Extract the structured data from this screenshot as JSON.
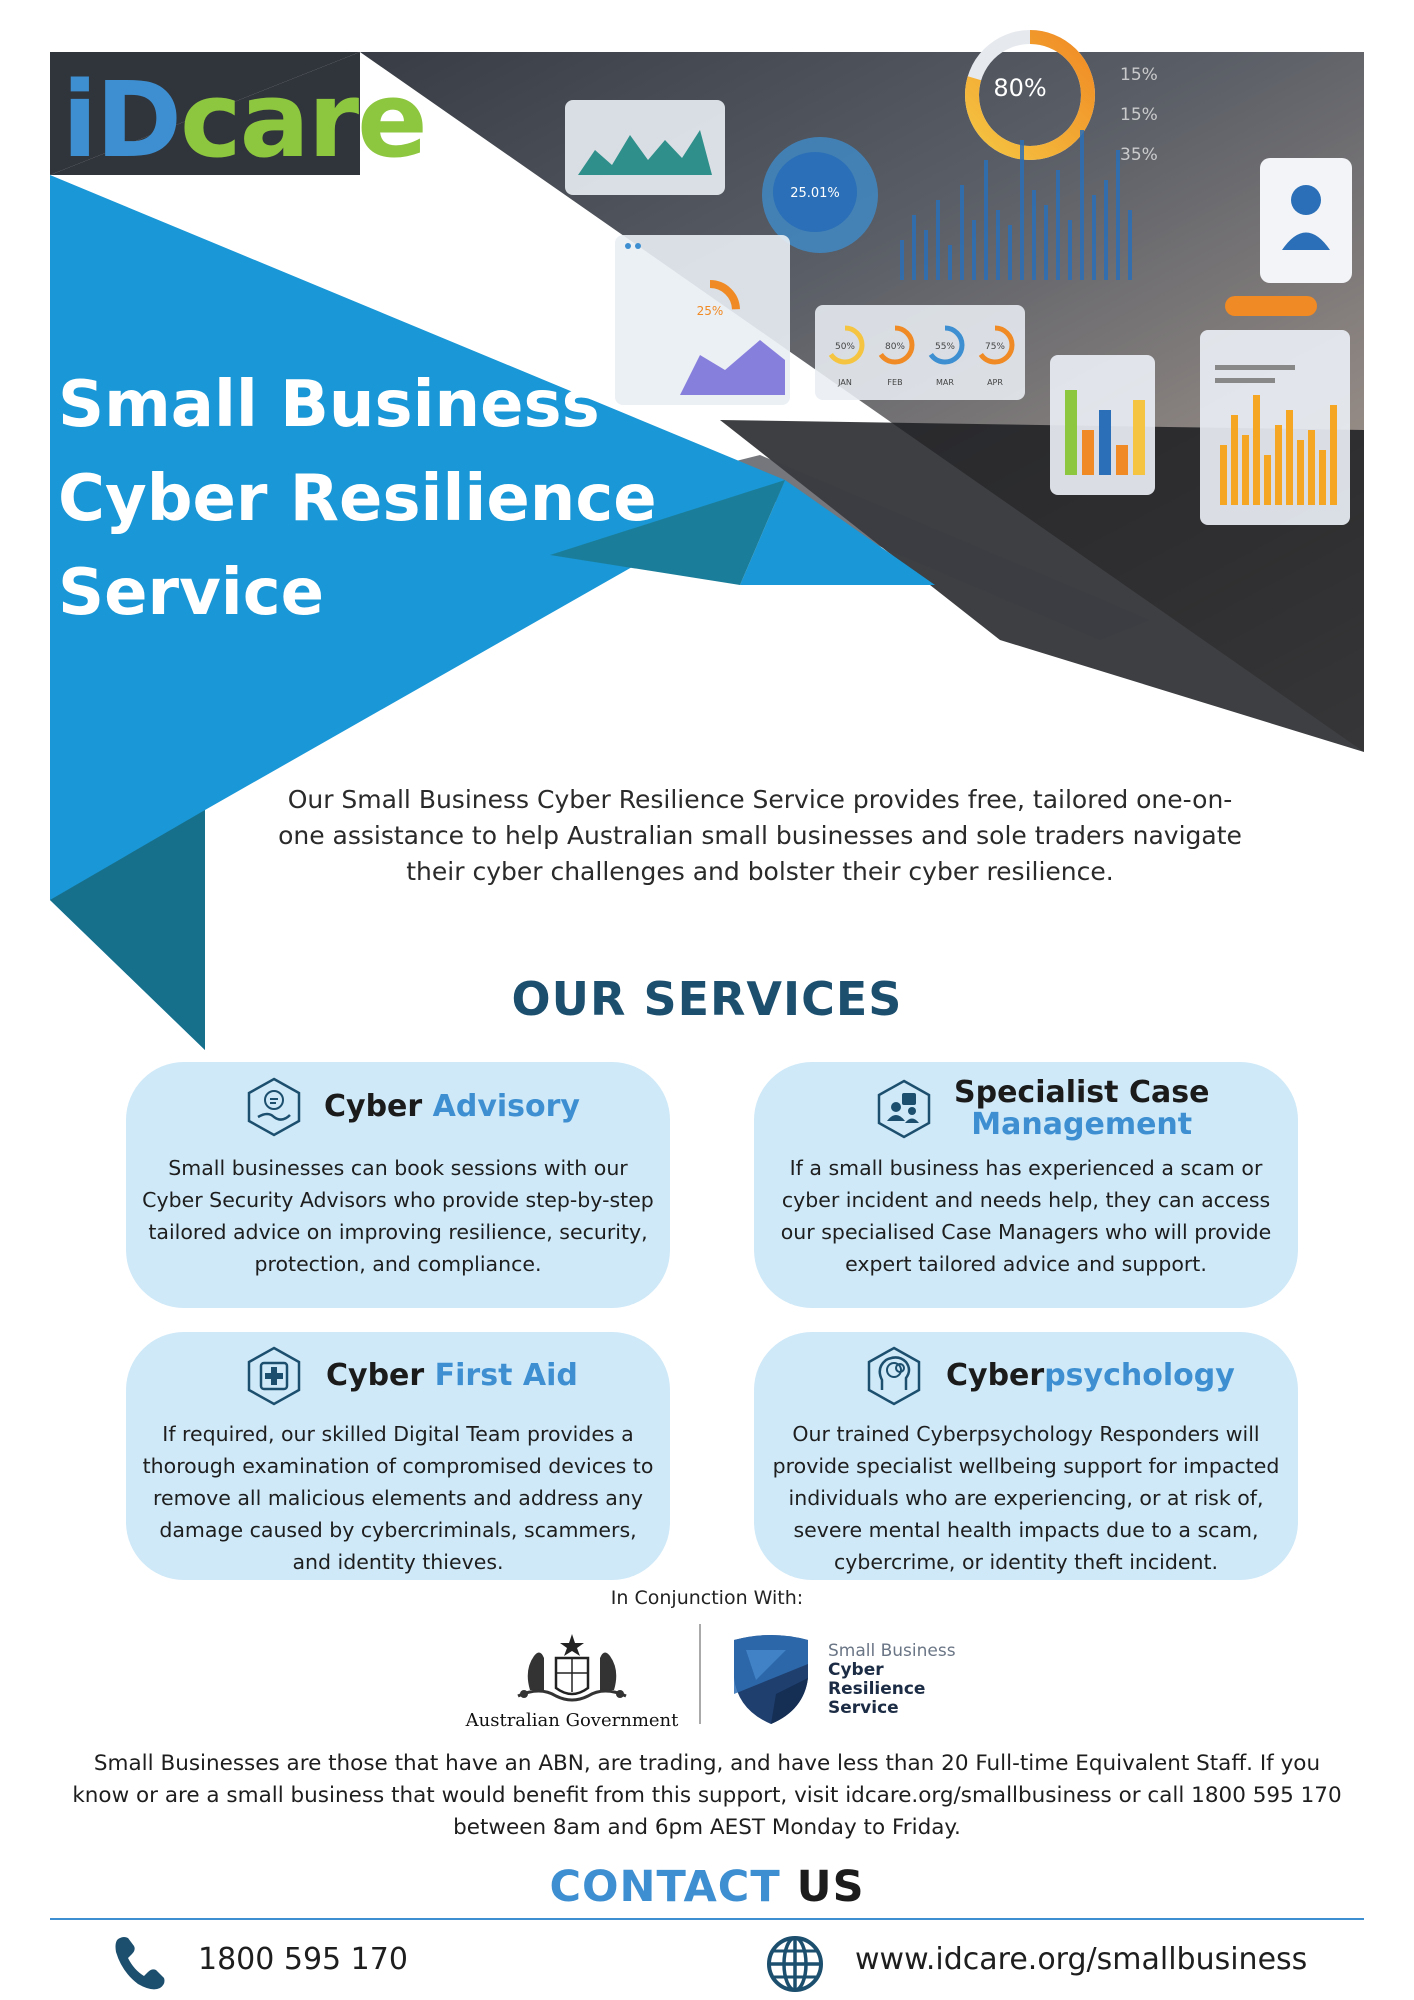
{
  "brand": {
    "logo_id": "iD",
    "logo_care": "care",
    "color_blue": "#3d8fd1",
    "color_green": "#8dc63f"
  },
  "hero": {
    "title_line1": "Small Business",
    "title_line2": "Cyber Resilience",
    "title_line3": "Service"
  },
  "intro": "Our Small Business Cyber Resilience Service provides free, tailored one-on-one assistance to help Australian small businesses and sole traders navigate their cyber challenges and bolster their cyber resilience.",
  "services": {
    "title": "OUR SERVICES",
    "advisory": {
      "title_a": "Cyber ",
      "title_b": "Advisory",
      "body": "Small businesses can book sessions with our Cyber Security Advisors who provide step-by-step tailored advice on improving resilience, security, protection, and compliance.",
      "icon": "advisor-hand-icon"
    },
    "case": {
      "title_a": "Specialist Case",
      "title_b": "Management",
      "body": "If a small business has experienced a scam or cyber incident and needs help, they can access our specialised Case Managers who will provide expert tailored advice and support.",
      "icon": "case-manager-icon"
    },
    "firstaid": {
      "title_a": "Cyber ",
      "title_b": "First Aid",
      "body": "If required, our skilled Digital Team provides a thorough examination of compromised devices to remove all malicious elements and address any damage caused by cybercriminals, scammers, and identity thieves.",
      "icon": "first-aid-icon"
    },
    "psych": {
      "title_a": "Cyber",
      "title_b": "psychology",
      "body": "Our trained Cyberpsychology Responders will provide specialist wellbeing support for impacted individuals who are experiencing, or at risk of, severe mental health impacts due to a scam, cybercrime, or identity theft incident.",
      "icon": "brain-icon"
    }
  },
  "partners": {
    "conj": "In Conjunction With:",
    "gov": "Australian Government",
    "sbcrs_l1": "Small Business",
    "sbcrs_l2": "Cyber",
    "sbcrs_l3": "Resilience",
    "sbcrs_l4": "Service"
  },
  "eligibility": "Small Businesses are those that have an ABN, are trading, and have less than 20 Full-time Equivalent Staff. If you know or are a small business that would benefit from this support, visit idcare.org/smallbusiness or call 1800 595 170 between 8am and 6pm AEST Monday to Friday.",
  "contact": {
    "title_a": "CONTACT ",
    "title_b": "US",
    "phone": "1800 595 170",
    "web": "www.idcare.org/smallbusiness"
  },
  "dashboard": {
    "donut_pct": "80%",
    "pct_15a": "15%",
    "pct_15b": "15%",
    "pct_35": "35%",
    "bubble_pct": "25.01%",
    "mini_pct": "25%",
    "gauge_1": "50%",
    "gauge_2": "80%",
    "gauge_3": "55%",
    "gauge_4": "75%",
    "month_1": "JAN",
    "month_2": "FEB",
    "month_3": "MAR",
    "month_4": "APR"
  }
}
